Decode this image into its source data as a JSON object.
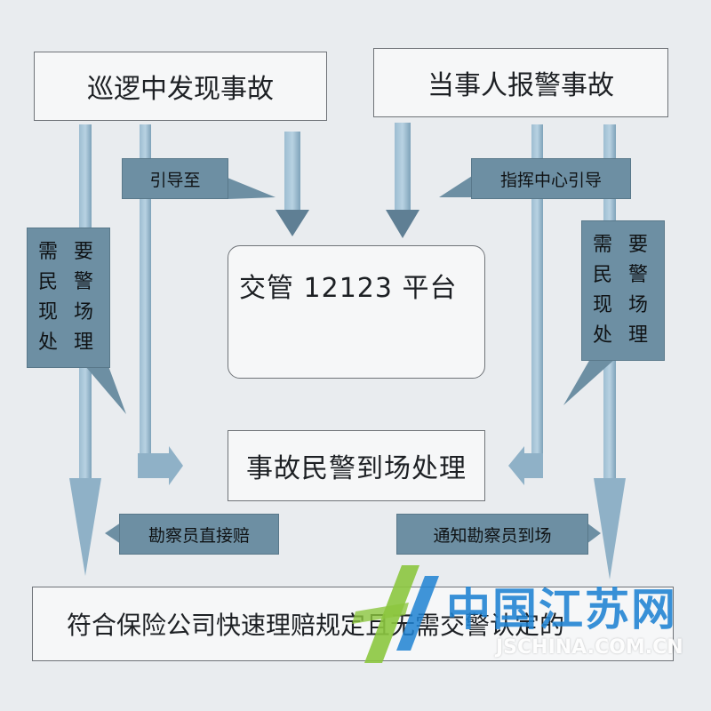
{
  "boxes": {
    "patrol_found": "巡逻中发现事故",
    "party_report": "当事人报警事故",
    "platform": "交管 12123 平台",
    "police_scene": "事故民警到场处理",
    "bottom_condition": "符合保险公司快速理赔规定且无需交警认定的"
  },
  "callouts": {
    "guide_to": "引导至",
    "command_guide": "指挥中心引导",
    "direct_compensation": "勘察员直接赔",
    "notify_surveyor": "通知勘察员到场",
    "need_police_left": {
      "col1": [
        "需",
        "民",
        "现",
        "处"
      ],
      "col2": [
        "要",
        "警",
        "场",
        "理"
      ]
    },
    "need_police_right": {
      "col1": [
        "需",
        "民",
        "现",
        "处"
      ],
      "col2": [
        "要",
        "警",
        "场",
        "理"
      ]
    }
  },
  "watermark": {
    "name_cn": "中国江苏网",
    "name_en": "JSCHINA.COM.CN"
  },
  "colors": {
    "arrow": "#8fb1c7",
    "arrow_dark": "#5d7f95",
    "callout": "#6d8fa3",
    "box_border": "#6f7378",
    "background": "#e9ecef",
    "watermark_blue": "#1e82d2",
    "watermark_green": "#8cc63f"
  }
}
